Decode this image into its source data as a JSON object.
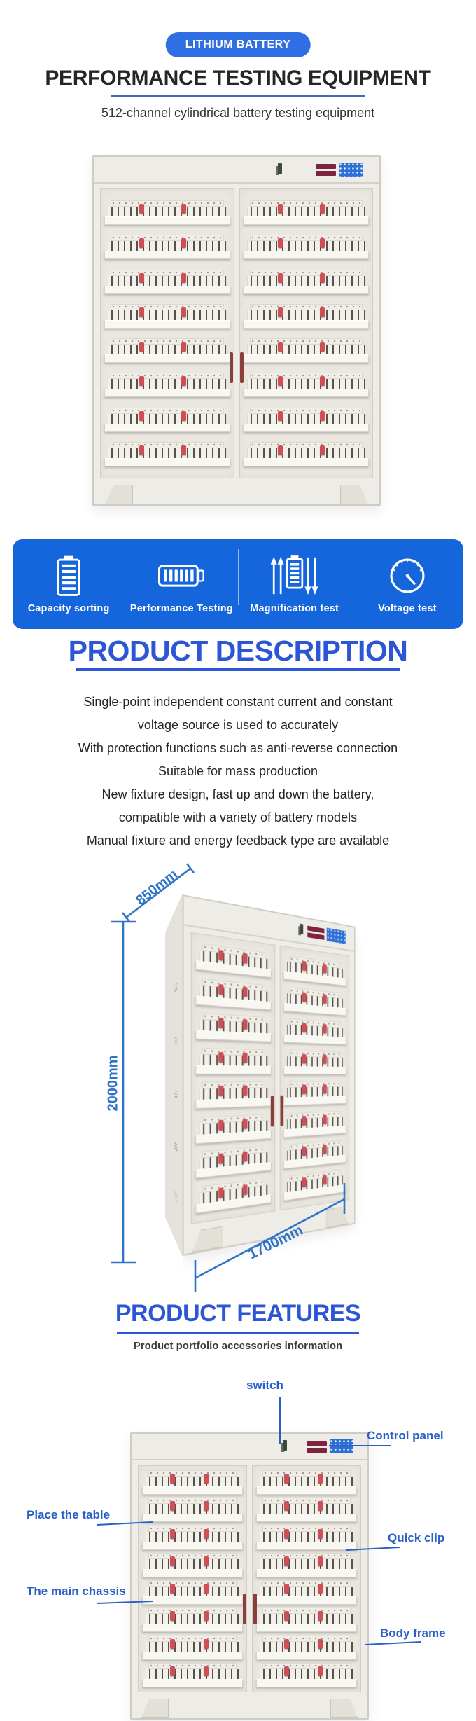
{
  "badge": {
    "label": "LITHIUM BATTERY"
  },
  "header": {
    "title": "PERFORMANCE TESTING EQUIPMENT",
    "subtitle": "512-channel cylindrical battery testing equipment"
  },
  "features_banner": {
    "items": [
      {
        "label": "Capacity sorting",
        "icon": "battery-vertical-icon"
      },
      {
        "label": "Performance Testing",
        "icon": "battery-horizontal-icon"
      },
      {
        "label": "Magnification test",
        "icon": "battery-arrows-icon"
      },
      {
        "label": "Voltage test",
        "icon": "gauge-icon"
      }
    ]
  },
  "description": {
    "heading": "PRODUCT DESCRIPTION",
    "lines": [
      "Single-point independent constant current and constant",
      "voltage source is used to accurately",
      "With protection functions such as anti-reverse connection",
      "Suitable for mass production",
      "New fixture design, fast up and down the battery,",
      "compatible with a variety of battery models",
      "Manual fixture and energy feedback type are available"
    ]
  },
  "dimensions": {
    "depth": "850mm",
    "height": "2000mm",
    "width": "1700mm"
  },
  "features_section": {
    "heading": "PRODUCT FEATURES",
    "subtitle": "Product portfolio accessories information",
    "callouts": {
      "switch": "switch",
      "control_panel": "Control panel",
      "place_table": "Place the table",
      "quick_clip": "Quick clip",
      "main_chassis": "The main chassis",
      "body_frame": "Body frame"
    }
  },
  "colors": {
    "banner_blue": "#1565dc",
    "badge_blue": "#2f6fe3",
    "heading_blue": "#2c56d6",
    "dimension_blue": "#2d74c8",
    "callout_blue": "#2a5fc8",
    "clip_red": "#d04f57",
    "panel_maroon": "#7e2340",
    "keypad_blue": "#2f6fd8",
    "cabinet_beige": "#eeece6"
  }
}
